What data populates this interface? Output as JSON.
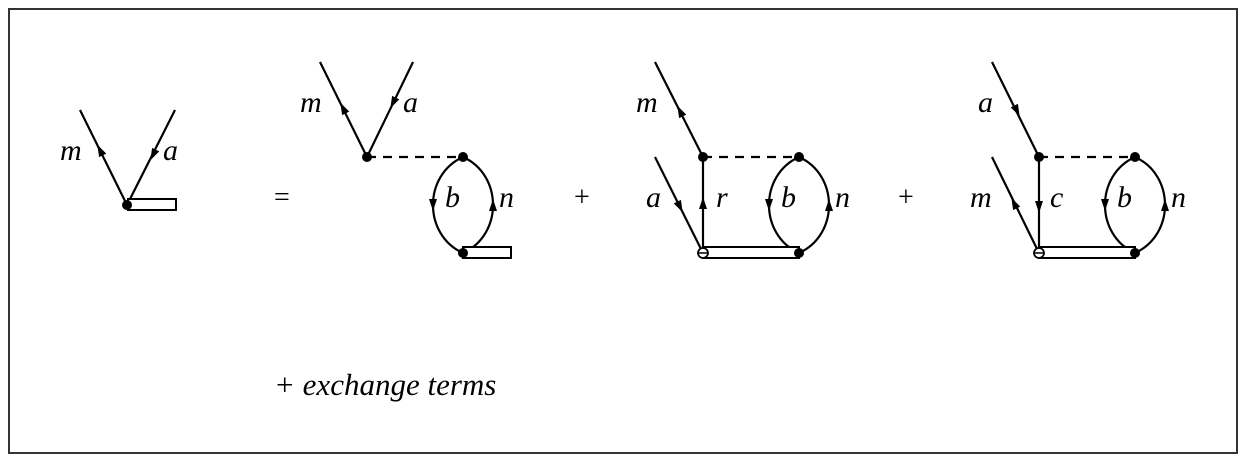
{
  "diagram": {
    "lhs": {
      "labels": {
        "m": "m",
        "a": "a"
      }
    },
    "operators": {
      "equals": "=",
      "plus1": "+",
      "plus2": "+"
    },
    "term1": {
      "labels": {
        "m": "m",
        "a": "a",
        "b": "b",
        "n": "n"
      }
    },
    "term2": {
      "labels": {
        "m": "m",
        "a": "a",
        "r": "r",
        "b": "b",
        "n": "n"
      }
    },
    "term3": {
      "labels": {
        "a": "a",
        "m": "m",
        "c": "c",
        "b": "b",
        "n": "n"
      }
    },
    "footer": "+ exchange terms"
  }
}
